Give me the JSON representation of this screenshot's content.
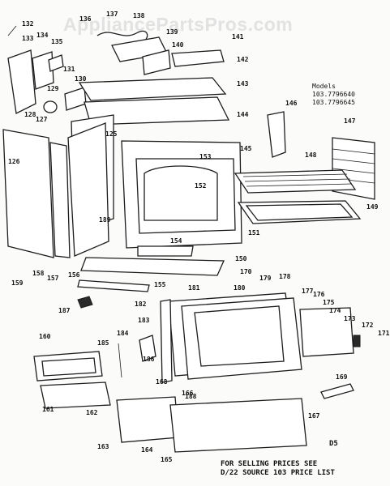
{
  "watermark": "AppliancePartsPros.com",
  "models": {
    "heading": "Models",
    "items": [
      "103.7796640",
      "103.7796645"
    ]
  },
  "note": {
    "line1": "FOR SELLING PRICES SEE",
    "line2": "D/22 SOURCE 103 PRICE LIST"
  },
  "diagram_code": "D5",
  "callouts": [
    "132",
    "133",
    "134",
    "135",
    "136",
    "137",
    "138",
    "139",
    "140",
    "141",
    "142",
    "143",
    "144",
    "145",
    "146",
    "147",
    "148",
    "149",
    "150",
    "151",
    "152",
    "153",
    "154",
    "155",
    "156",
    "157",
    "158",
    "159",
    "160",
    "161",
    "162",
    "163",
    "164",
    "165",
    "166",
    "167",
    "168",
    "169",
    "170",
    "171",
    "172",
    "173",
    "174",
    "175",
    "176",
    "177",
    "178",
    "179",
    "180",
    "181",
    "182",
    "183",
    "184",
    "185",
    "186",
    "187",
    "188",
    "189",
    "125",
    "126",
    "127",
    "128",
    "129",
    "130",
    "131"
  ],
  "colors": {
    "ink": "#1c1c1c",
    "paper": "#fbfbfa",
    "watermark": "#e2e2e2"
  }
}
